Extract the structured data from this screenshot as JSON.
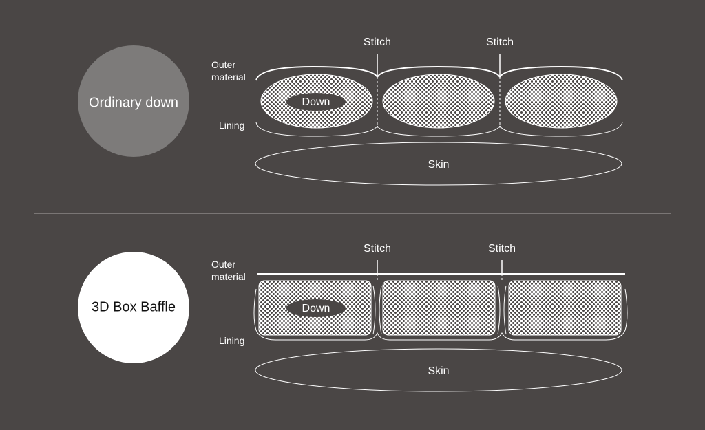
{
  "colors": {
    "background": "#4a4645",
    "line": "#ffffff",
    "divider": "#8a8685",
    "ordinary_circle": "#7d7b7a",
    "box_circle": "#ffffff",
    "down_pill": "#4a4645"
  },
  "ordinary": {
    "title": "Ordinary down",
    "outer_label_1": "Outer",
    "outer_label_2": "material",
    "lining_label": "Lining",
    "stitch_1": "Stitch",
    "stitch_2": "Stitch",
    "down_label": "Down",
    "skin_label": "Skin"
  },
  "box": {
    "title": "3D Box Baffle",
    "outer_label_1": "Outer",
    "outer_label_2": "material",
    "lining_label": "Lining",
    "stitch_1": "Stitch",
    "stitch_2": "Stitch",
    "down_label": "Down",
    "skin_label": "Skin"
  }
}
